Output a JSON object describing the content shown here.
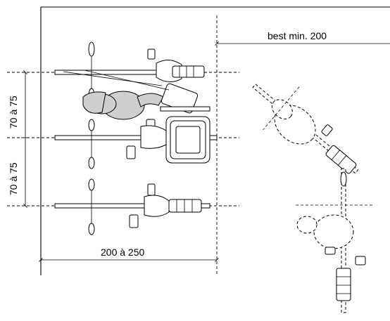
{
  "dimensions": {
    "rear_clearance": "best min. 200",
    "row_spacing_upper": "70 à 75",
    "row_spacing_lower": "70 à 75",
    "bike_length": "200 à 250"
  }
}
